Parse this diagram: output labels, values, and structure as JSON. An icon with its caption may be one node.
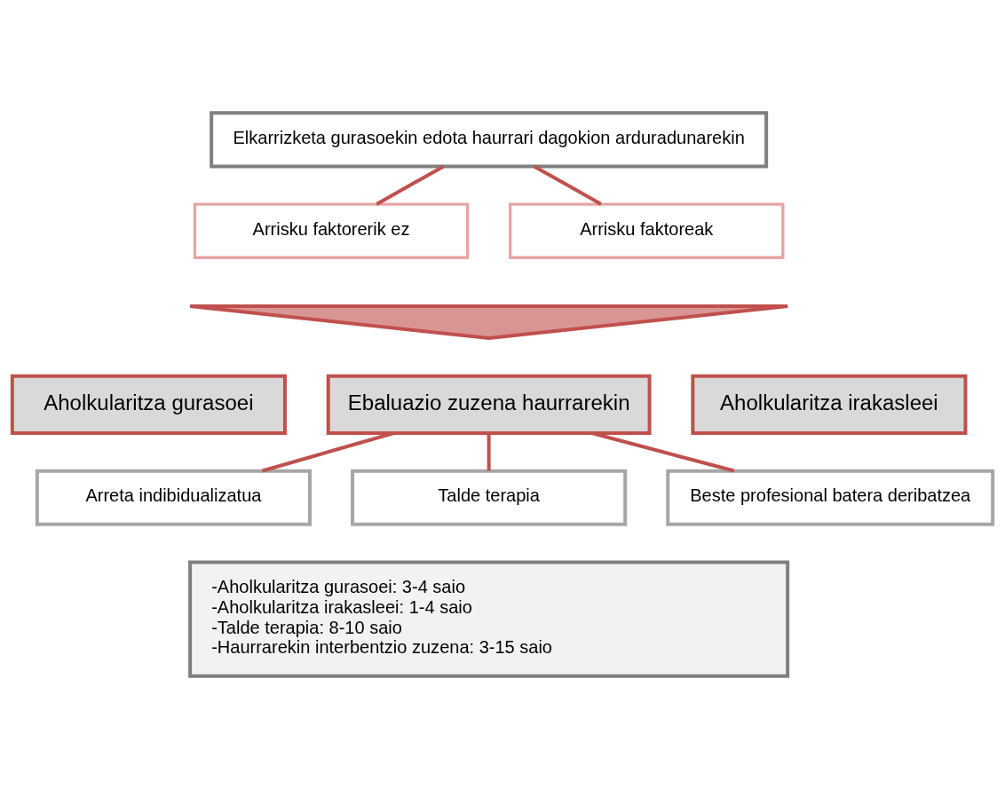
{
  "diagram": {
    "nodes": [
      {
        "text": [
          "Elkarrizketa gurasoekin edota haurrari dagokion arduradunarekin"
        ]
      },
      {
        "text": [
          "Arrisku faktorerik ez"
        ]
      },
      {
        "text": [
          "Arrisku faktoreak"
        ]
      },
      {
        "text": [],
        "shape": "arrow"
      },
      {
        "text": [
          "Aholkularitza gurasoei"
        ]
      },
      {
        "text": [
          "Ebaluazio zuzena haurrarekin"
        ]
      },
      {
        "text": [
          "Aholkularitza irakasleei"
        ]
      },
      {
        "text": [
          "Arreta indibidualizatua"
        ]
      },
      {
        "text": [
          "Talde terapia"
        ]
      },
      {
        "text": [
          "Beste profesional batera deribatzea"
        ]
      },
      {
        "text": [
          "-Aholkularitza gurasoei: 3-4 saio",
          "-Aholkularitza irakasleei: 1-4 saio",
          "-Talde terapia: 8-10 saio",
          "-Haurrarekin interbentzio zuzena: 3-15 saio"
        ]
      }
    ],
    "edges": [
      {
        "from": 0,
        "to": 1,
        "arrow": "none"
      },
      {
        "from": 0,
        "to": 2,
        "arrow": "none"
      },
      {
        "from": 5,
        "to": 7,
        "arrow": "none"
      },
      {
        "from": 5,
        "to": 8,
        "arrow": "none"
      },
      {
        "from": 5,
        "to": 9,
        "arrow": "none"
      }
    ]
  }
}
